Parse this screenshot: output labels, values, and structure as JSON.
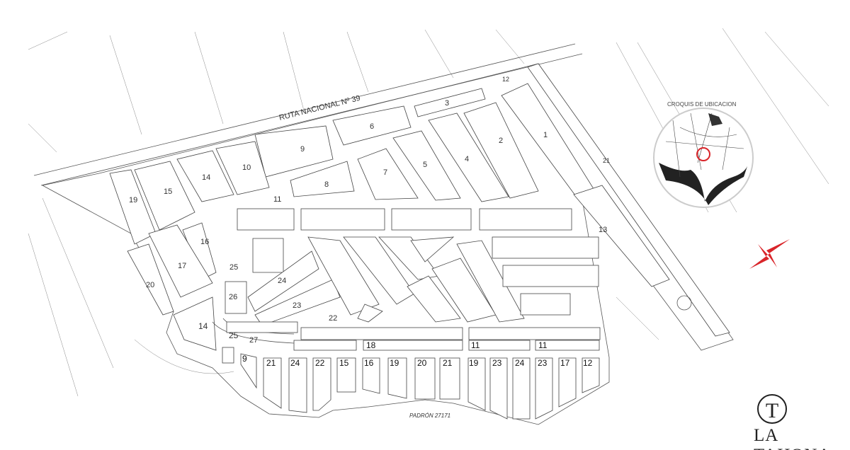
{
  "map": {
    "road_label": "RUTA NACIONAL Nº 39",
    "bottom_parcel_label": "PADRÓN 27171",
    "location_sketch_title": "CROQUIS DE UBICACION",
    "brand": "LA TAHONA",
    "brand_monogram": "T",
    "accent_color": "#d9252a",
    "block_labels": [
      "1",
      "2",
      "3",
      "4",
      "5",
      "6",
      "7",
      "8",
      "9",
      "10",
      "11",
      "12",
      "13",
      "14",
      "15",
      "16",
      "17",
      "19",
      "20",
      "21",
      "22",
      "23",
      "24",
      "25",
      "26",
      "27",
      "25",
      "14"
    ],
    "bottom_row_labels": [
      "18",
      "11",
      "11",
      "9",
      "21",
      "24",
      "22",
      "15",
      "16",
      "19",
      "20",
      "21",
      "19",
      "23",
      "24",
      "23",
      "17",
      "12"
    ]
  }
}
